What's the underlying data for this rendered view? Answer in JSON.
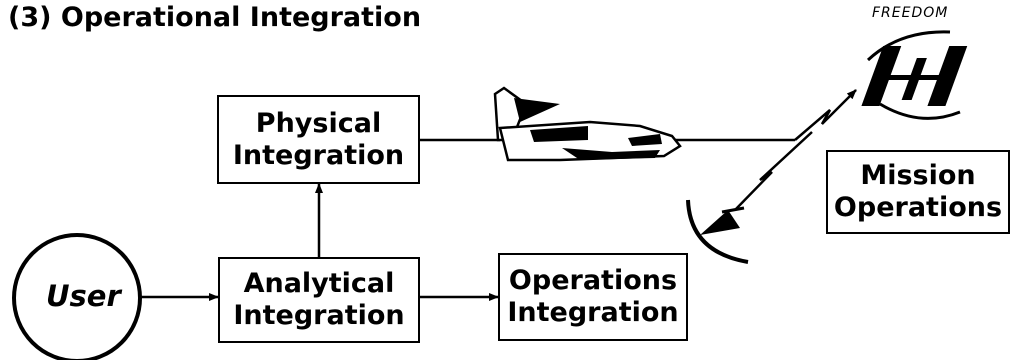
{
  "title": "(3)  Operational Integration",
  "logo": {
    "text": "FREEDOM"
  },
  "nodes": {
    "user": "User",
    "physical": [
      "Physical",
      "Integration"
    ],
    "analytical": [
      "Analytical",
      "Integration"
    ],
    "operations": [
      "Operations",
      "Integration"
    ],
    "mission": [
      "Mission",
      "Operations"
    ]
  },
  "icons": [
    "space-shuttle-icon",
    "space-station-freedom-icon",
    "satellite-dish-icon",
    "lightning-link-icon"
  ]
}
